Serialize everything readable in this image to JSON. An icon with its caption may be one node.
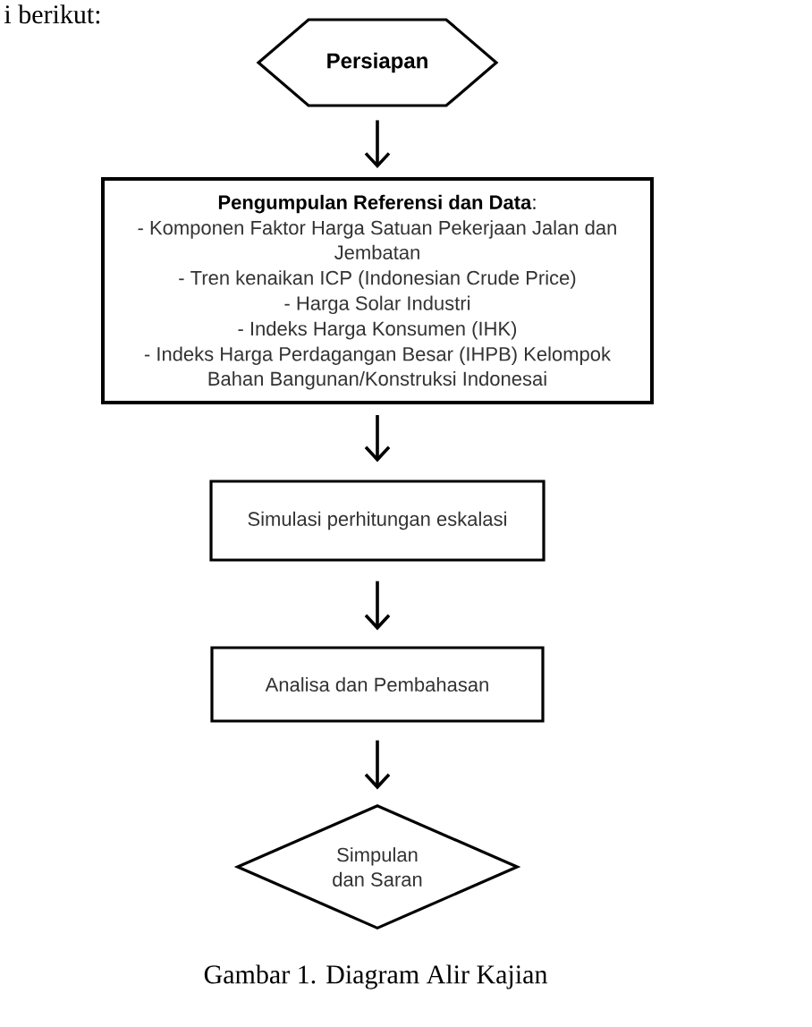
{
  "diagram": {
    "caption": "Gambar 1. Diagram Alir Kajian",
    "nodes": [
      {
        "text": [
          "Persiapan"
        ]
      },
      {
        "text": [
          "**Pengumpulan Referensi dan Data**:",
          "- Komponen Faktor Harga Satuan Pekerjaan Jalan dan Jembatan",
          "- Tren kenaikan ICP (Indonesian Crude Price)",
          "- Harga Solar Industri",
          "- Indeks Harga Konsumen (IHK)",
          "- Indeks Harga Perdagangan Besar (IHPB) Kelompok Bahan Bangunan/Konstruksi Indonesai"
        ]
      },
      {
        "text": [
          "Simulasi perhitungan eskalasi"
        ]
      },
      {
        "text": [
          "Analisa dan Pembahasan"
        ]
      },
      {
        "text": [
          "Simpulan dan Saran"
        ]
      }
    ],
    "edges": [
      {
        "from": 0,
        "to": 1,
        "arrow": "to"
      },
      {
        "from": 1,
        "to": 2,
        "arrow": "to"
      },
      {
        "from": 2,
        "to": 3,
        "arrow": "to"
      },
      {
        "from": 3,
        "to": 4,
        "arrow": "to"
      }
    ],
    "labels": [
      "i berikut:"
    ]
  }
}
